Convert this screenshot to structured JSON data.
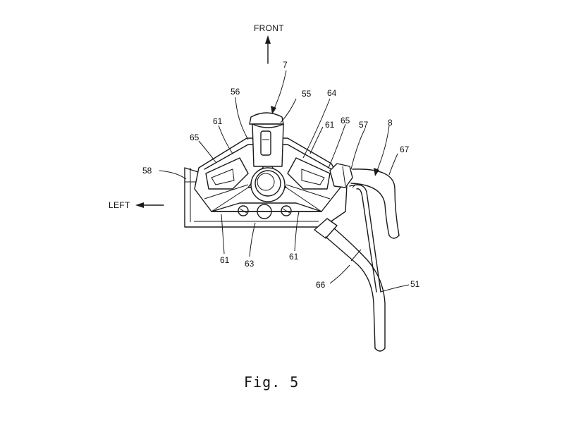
{
  "directions": {
    "front": "FRONT",
    "left": "LEFT"
  },
  "reference_numerals": {
    "r7": "7",
    "r56": "56",
    "r55": "55",
    "r64": "64",
    "r61_upper_left": "61",
    "r61_upper_right": "61",
    "r65_left": "65",
    "r65_right": "65",
    "r57": "57",
    "r8": "8",
    "r67": "67",
    "r58": "58",
    "r61_lower_left": "61",
    "r63": "63",
    "r61_lower_right": "61",
    "r66": "66",
    "r51": "51"
  },
  "caption": "Fig. 5"
}
